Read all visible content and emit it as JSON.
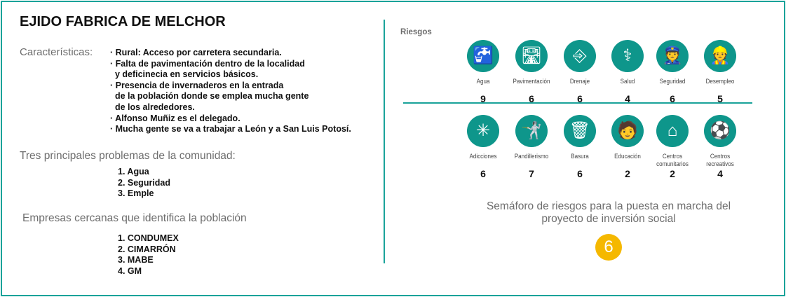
{
  "title": "EJIDO FABRICA DE MELCHOR",
  "caracteristicas": {
    "label": "Características:",
    "lines": [
      "· Rural: Acceso por carretera secundaria.",
      "· Falta de pavimentación dentro de la localidad",
      "  y deficinecia en servicios básicos.",
      "· Presencia de invernaderos en la entrada",
      "  de la población donde se emplea mucha gente",
      "  de los alrededores.",
      "· Alfonso Muñiz es el delegado.",
      "· Mucha gente se va a trabajar a León y a San Luis Potosí."
    ]
  },
  "problemas": {
    "heading": "Tres principales problemas de la comunidad:",
    "items": [
      "1. Agua",
      "2. Seguridad",
      "3. Emple"
    ]
  },
  "empresas": {
    "heading": "Empresas cercanas que identifica la población",
    "items": [
      "1. CONDUMEX",
      "2. CIMARRÓN",
      "3. MABE",
      "4. GM"
    ]
  },
  "riesgos": {
    "label": "Riesgos",
    "row1": [
      {
        "label": "Agua",
        "value": "9",
        "icon": "faucet-icon",
        "glyph": "🚰"
      },
      {
        "label": "Pavimentación",
        "value": "6",
        "icon": "road-icon",
        "glyph": "🛣"
      },
      {
        "label": "Drenaje",
        "value": "6",
        "icon": "pipe-icon",
        "glyph": "⎆"
      },
      {
        "label": "Salud",
        "value": "4",
        "icon": "stethoscope-icon",
        "glyph": "⚕"
      },
      {
        "label": "Seguridad",
        "value": "6",
        "icon": "police-icon",
        "glyph": "👮"
      },
      {
        "label": "Desempleo",
        "value": "5",
        "icon": "worker-chart-icon",
        "glyph": "👷"
      }
    ],
    "row2": [
      {
        "label": "Adicciones",
        "value": "6",
        "icon": "addiction-icon",
        "glyph": "✳"
      },
      {
        "label": "Pandillerismo",
        "value": "7",
        "icon": "fight-icon",
        "glyph": "🤺"
      },
      {
        "label": "Basura",
        "value": "6",
        "icon": "trash-icon",
        "glyph": "🗑"
      },
      {
        "label": "Educación",
        "value": "2",
        "icon": "teacher-icon",
        "glyph": "🧑"
      },
      {
        "label": "Centros comunitarios",
        "value": "2",
        "icon": "community-house-icon",
        "glyph": "⌂"
      },
      {
        "label": "Centros recreativos",
        "value": "4",
        "icon": "palette-ball-icon",
        "glyph": "⚽"
      }
    ]
  },
  "semaforo": {
    "text": "Semáforo de riesgos para la puesta en marcha del proyecto de inversión social",
    "value": "6",
    "color": "#f5b800"
  }
}
